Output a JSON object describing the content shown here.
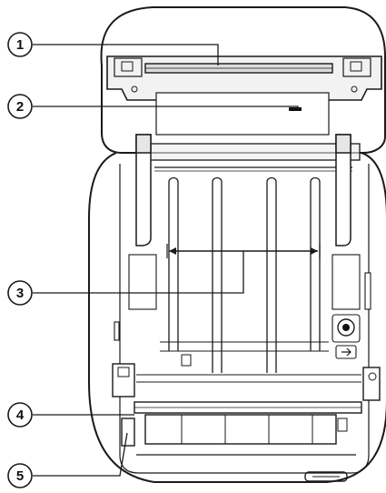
{
  "colors": {
    "stroke": "#1a1a1a",
    "paper": "#ffffff",
    "shade": "#e6e6e6",
    "dark": "#111111"
  },
  "callouts": [
    {
      "id": "callout-1",
      "label": "1"
    },
    {
      "id": "callout-2",
      "label": "2"
    },
    {
      "id": "callout-3",
      "label": "3"
    },
    {
      "id": "callout-4",
      "label": "4"
    },
    {
      "id": "callout-5",
      "label": "5"
    }
  ]
}
